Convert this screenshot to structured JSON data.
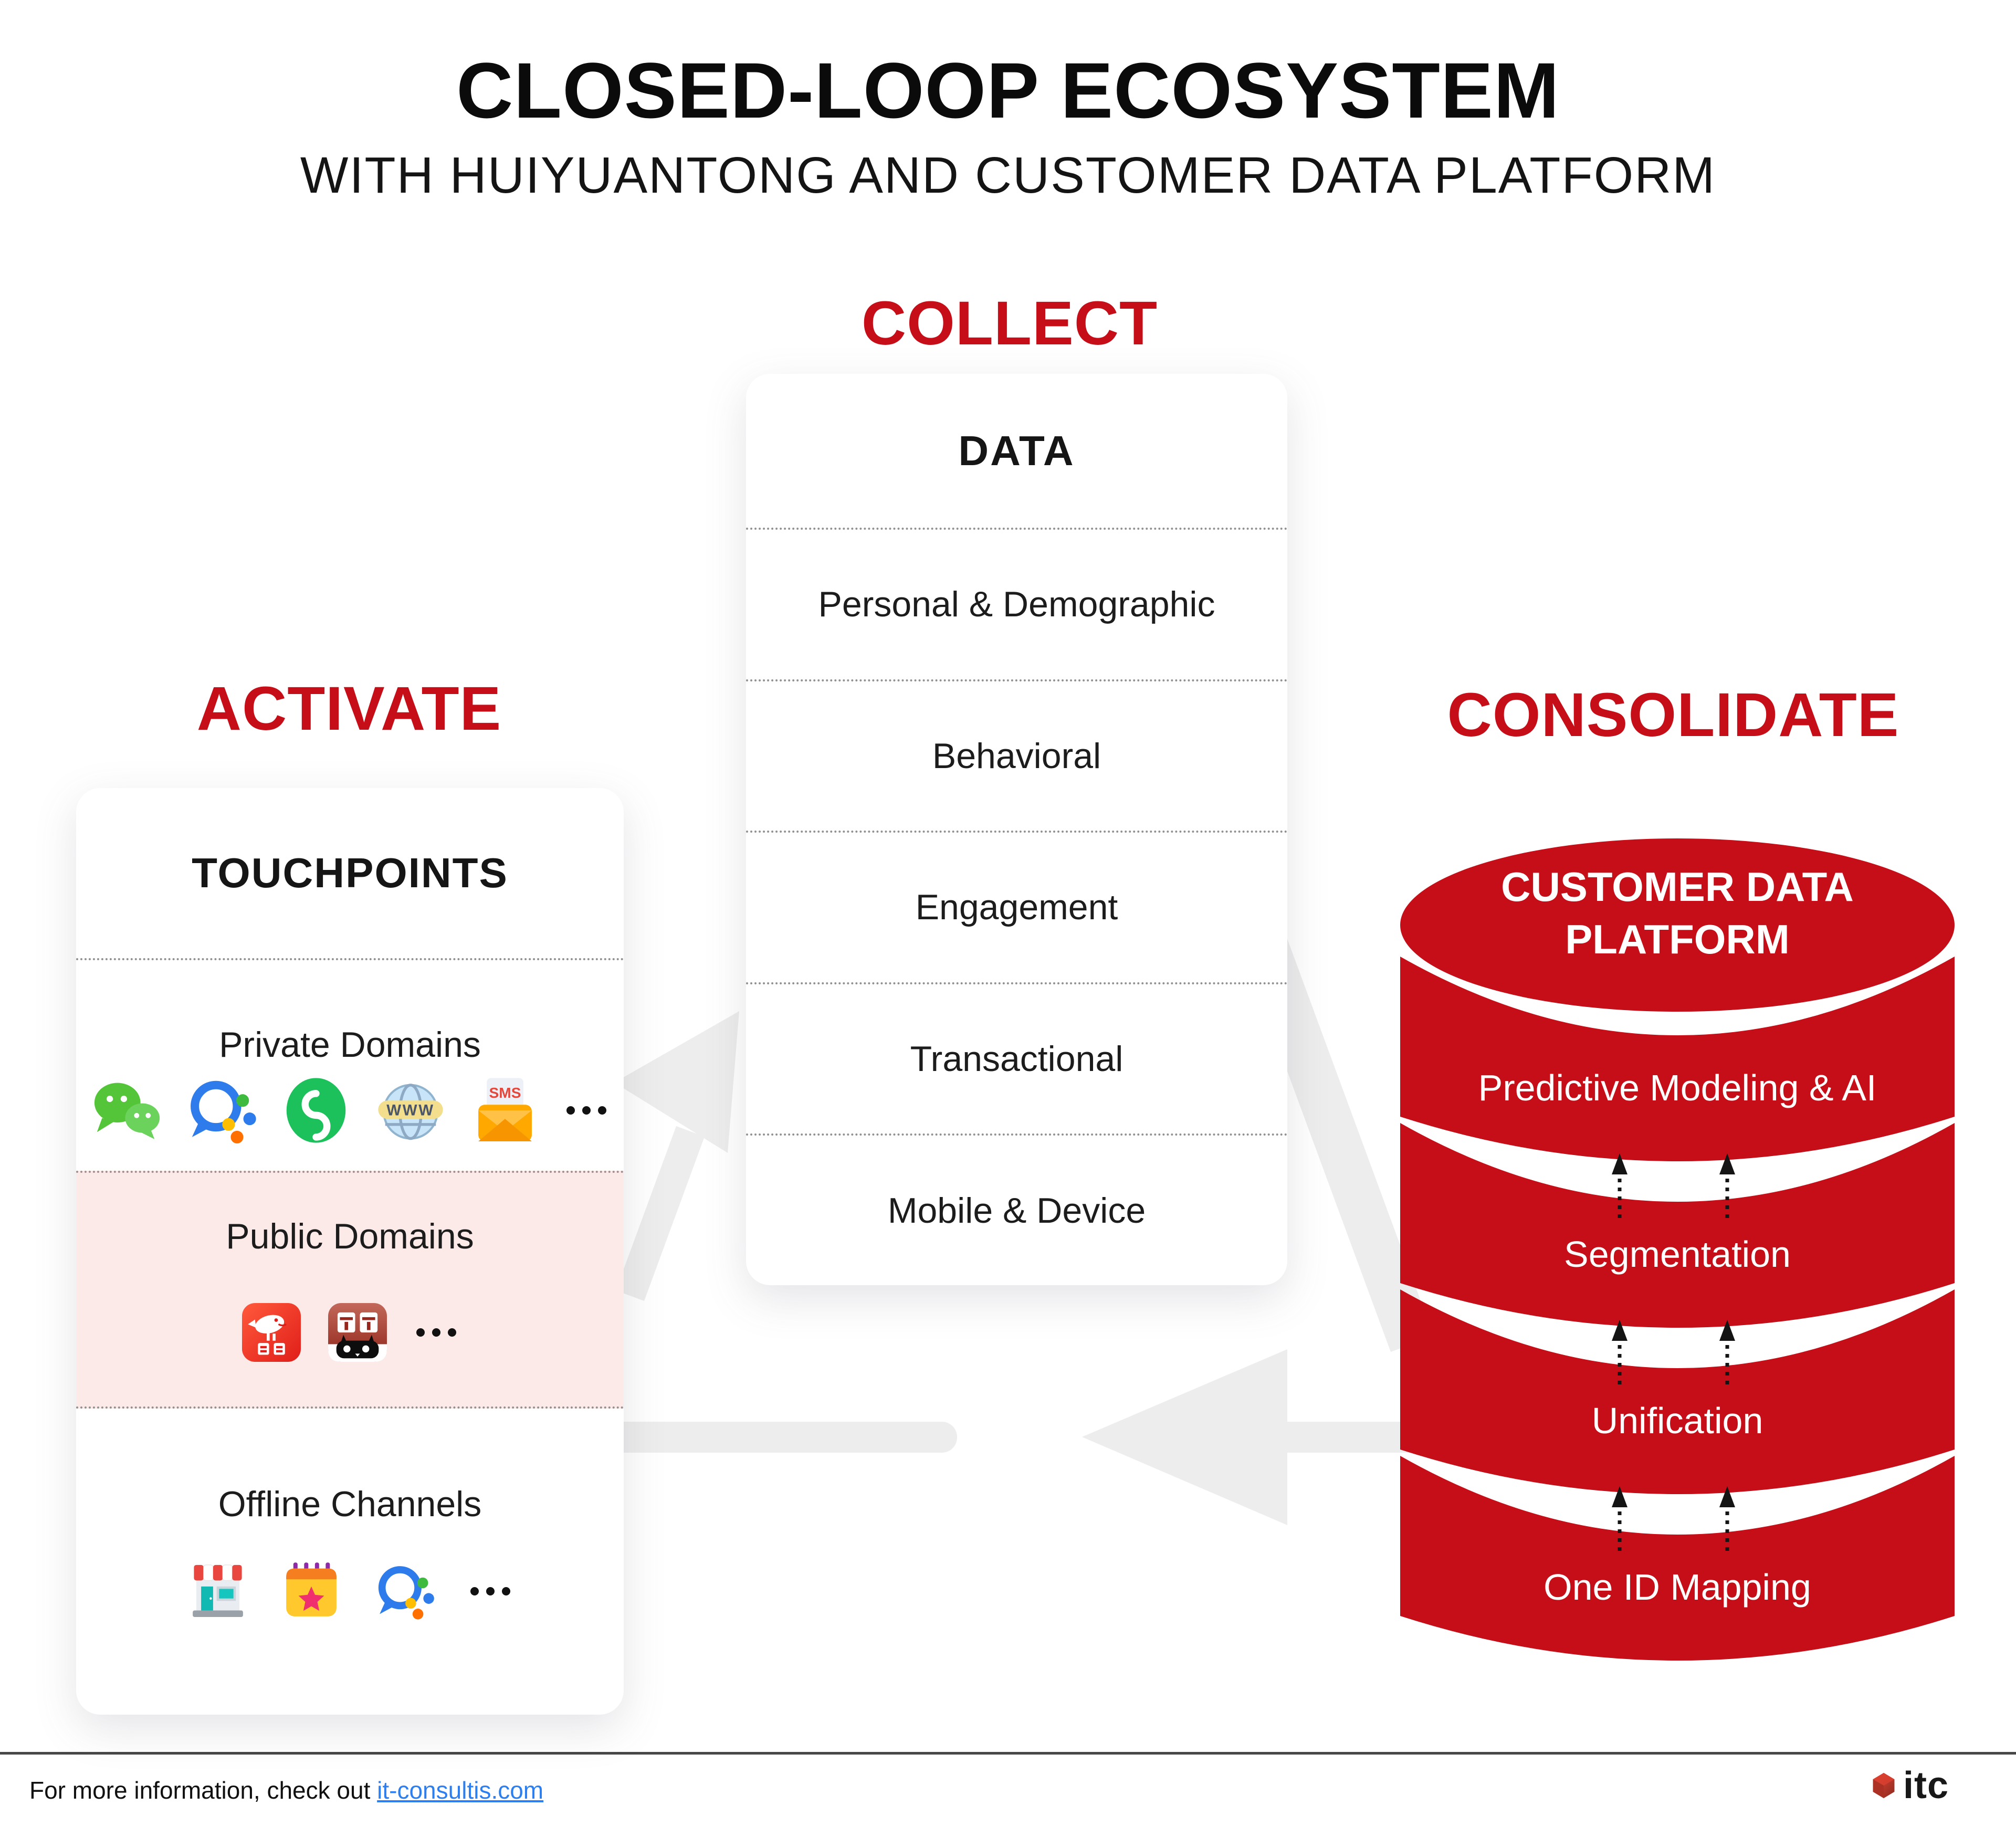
{
  "title": "CLOSED-LOOP ECOSYSTEM",
  "subtitle": "WITH HUIYUANTONG AND CUSTOMER DATA PLATFORM",
  "collect": {
    "label": "COLLECT",
    "card": {
      "header": "DATA",
      "rows": [
        "Personal & Demographic",
        "Behavioral",
        "Engagement",
        "Transactional",
        "Mobile & Device"
      ]
    }
  },
  "activate": {
    "label": "ACTIVATE",
    "card": {
      "header": "TOUCHPOINTS",
      "sections": [
        {
          "title": "Private Domains",
          "icons": [
            {
              "name": "wechat"
            },
            {
              "name": "wecom"
            },
            {
              "name": "mini-program"
            },
            {
              "name": "website",
              "label": "WWW"
            },
            {
              "name": "sms",
              "label": "SMS"
            },
            {
              "name": "ellipsis"
            }
          ]
        },
        {
          "title": "Public Domains",
          "icons": [
            {
              "name": "jd"
            },
            {
              "name": "tmall"
            },
            {
              "name": "ellipsis"
            }
          ]
        },
        {
          "title": "Offline Channels",
          "icons": [
            {
              "name": "store"
            },
            {
              "name": "calendar"
            },
            {
              "name": "wecom"
            },
            {
              "name": "ellipsis"
            }
          ]
        }
      ]
    }
  },
  "consolidate": {
    "label": "CONSOLIDATE",
    "cylinder": {
      "title_lines": [
        "CUSTOMER DATA",
        "PLATFORM"
      ],
      "layers": [
        "Predictive Modeling & AI",
        "Segmentation",
        "Unification",
        "One ID Mapping"
      ]
    }
  },
  "footer": {
    "text": "For more information, check out",
    "link_label": "it-consultis.com",
    "logo_text": "itc"
  },
  "colors": {
    "accent_red": "#C50E18",
    "cylinder_red": "#C50E18",
    "public_pink": "#FBEAE8",
    "arrow_gray": "#EDEDED",
    "link_blue": "#2D7FF0"
  }
}
